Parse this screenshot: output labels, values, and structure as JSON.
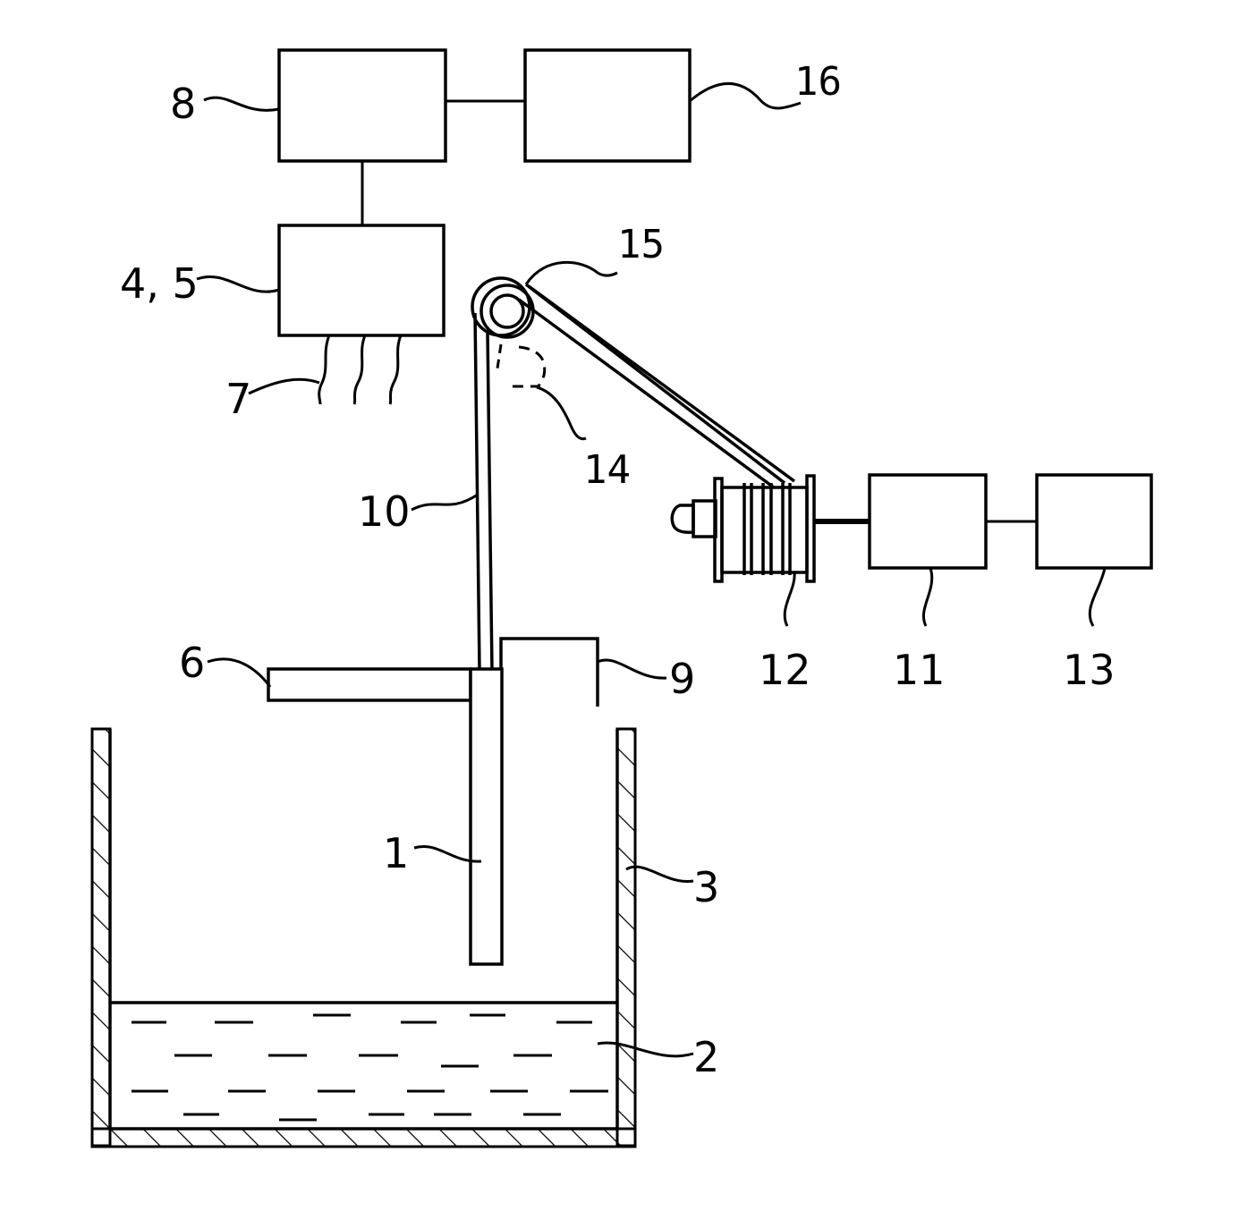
{
  "labels": {
    "l1": "1",
    "l2": "2",
    "l3": "3",
    "l4_5": "4, 5",
    "l6": "6",
    "l7": "7",
    "l8": "8",
    "l9": "9",
    "l10": "10",
    "l11": "11",
    "l12": "12",
    "l13": "13",
    "l14": "14",
    "l15": "15",
    "l16": "16"
  }
}
